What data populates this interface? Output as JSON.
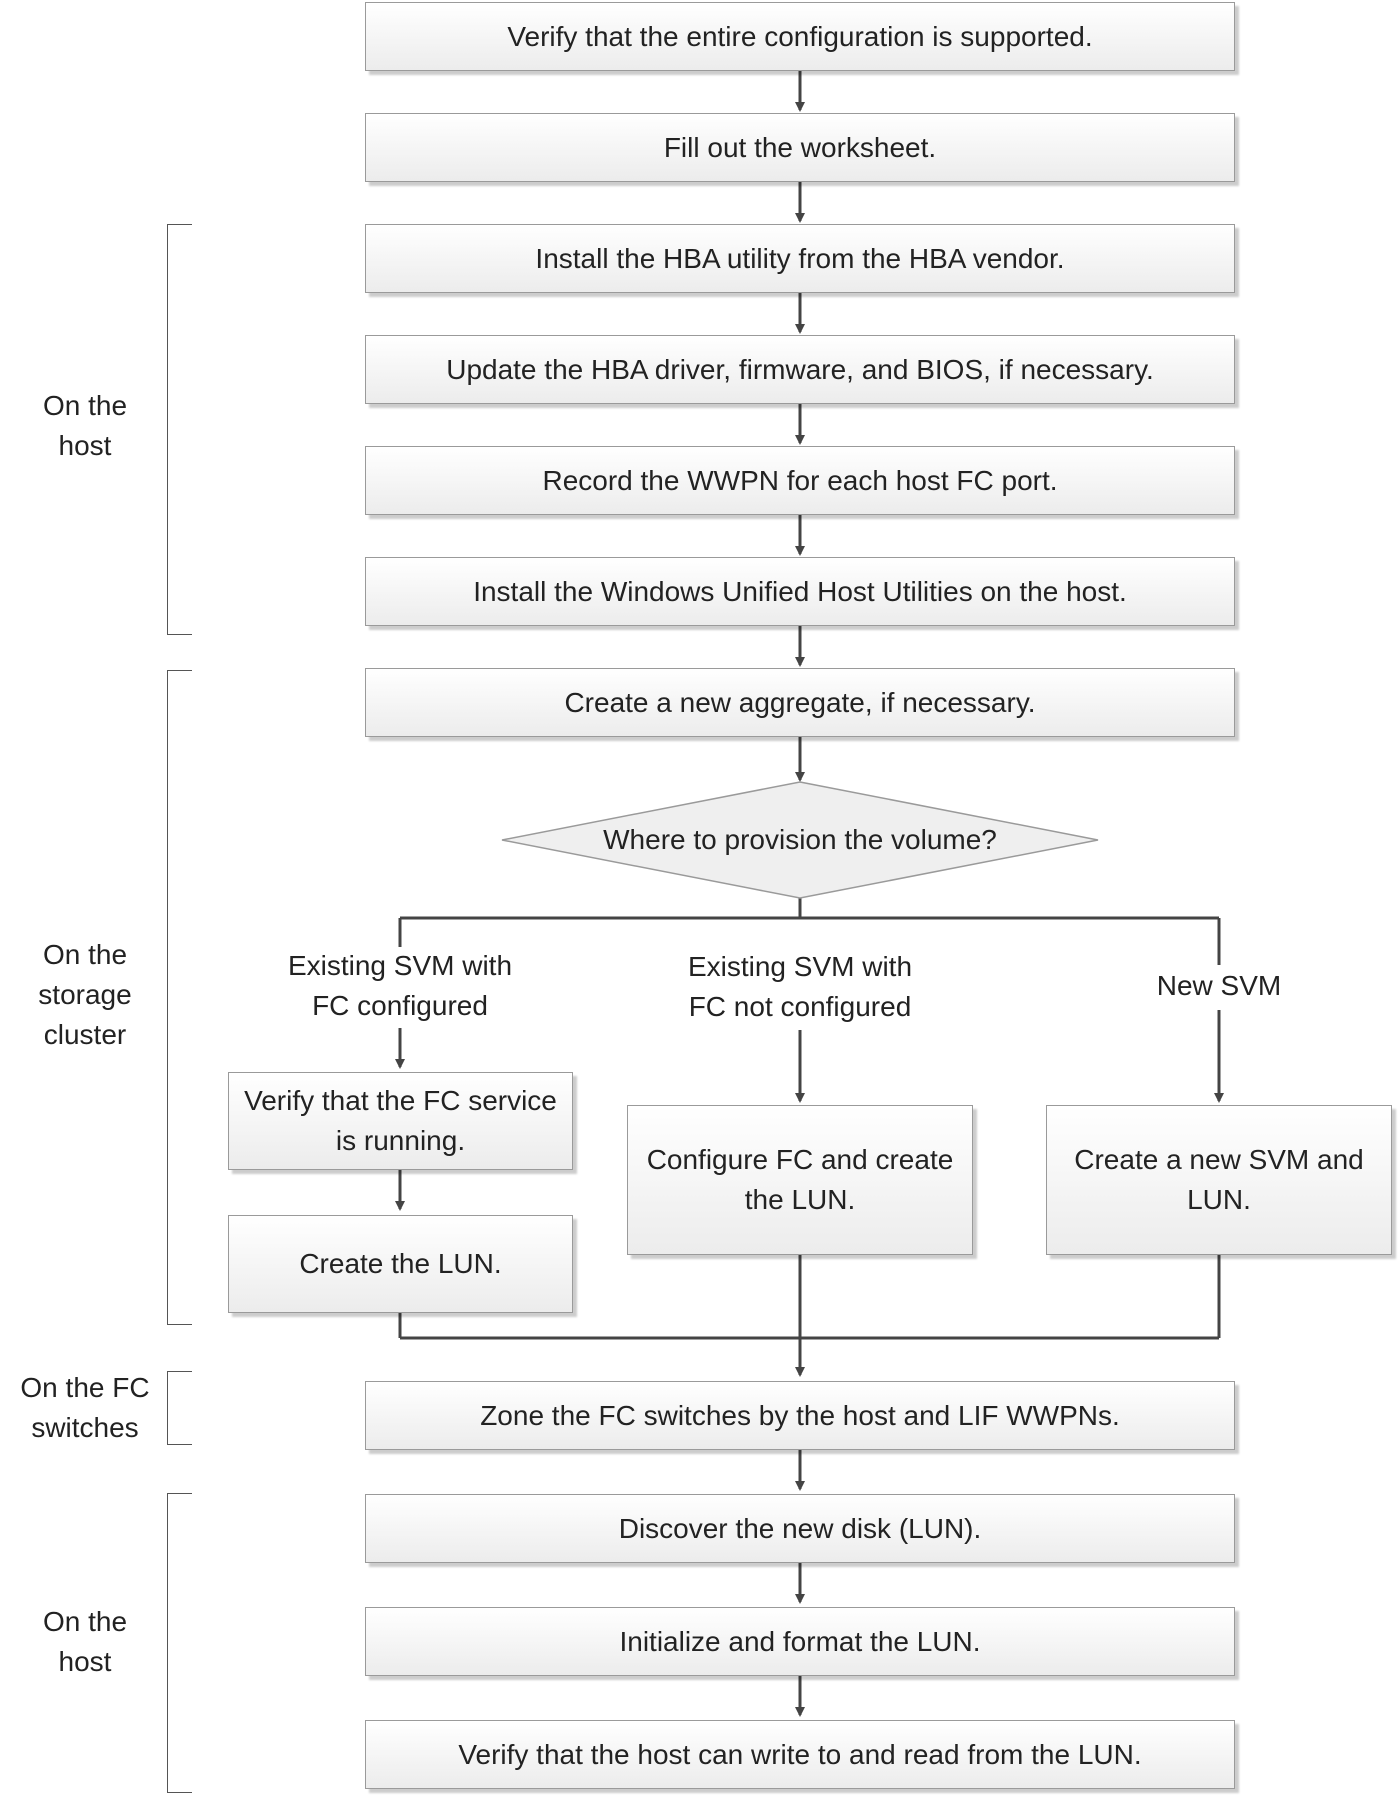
{
  "steps": {
    "s1": "Verify that the entire configuration is supported.",
    "s2": "Fill out the worksheet.",
    "s3": "Install the HBA utility from the HBA vendor.",
    "s4": "Update the HBA driver, firmware, and BIOS, if necessary.",
    "s5": "Record the WWPN for each host FC port.",
    "s6": "Install the Windows Unified Host Utilities on the host.",
    "s7": "Create a new aggregate, if necessary.",
    "decision": "Where to provision the volume?",
    "left_a": "Verify that the FC service is running.",
    "left_b": "Create the LUN.",
    "mid": "Configure FC and create the LUN.",
    "right": "Create a new SVM and LUN.",
    "s8": "Zone the FC switches by the host and LIF WWPNs.",
    "s9": "Discover the new disk (LUN).",
    "s10": "Initialize and format the LUN.",
    "s11": "Verify that the host can write to and read from the LUN."
  },
  "branches": {
    "left": "Existing SVM with FC configured",
    "mid": "Existing SVM with FC not configured",
    "right": "New SVM"
  },
  "sections": {
    "host1": "On the host",
    "storage": "On the storage cluster",
    "fc": "On the FC switches",
    "host2": "On the host"
  }
}
